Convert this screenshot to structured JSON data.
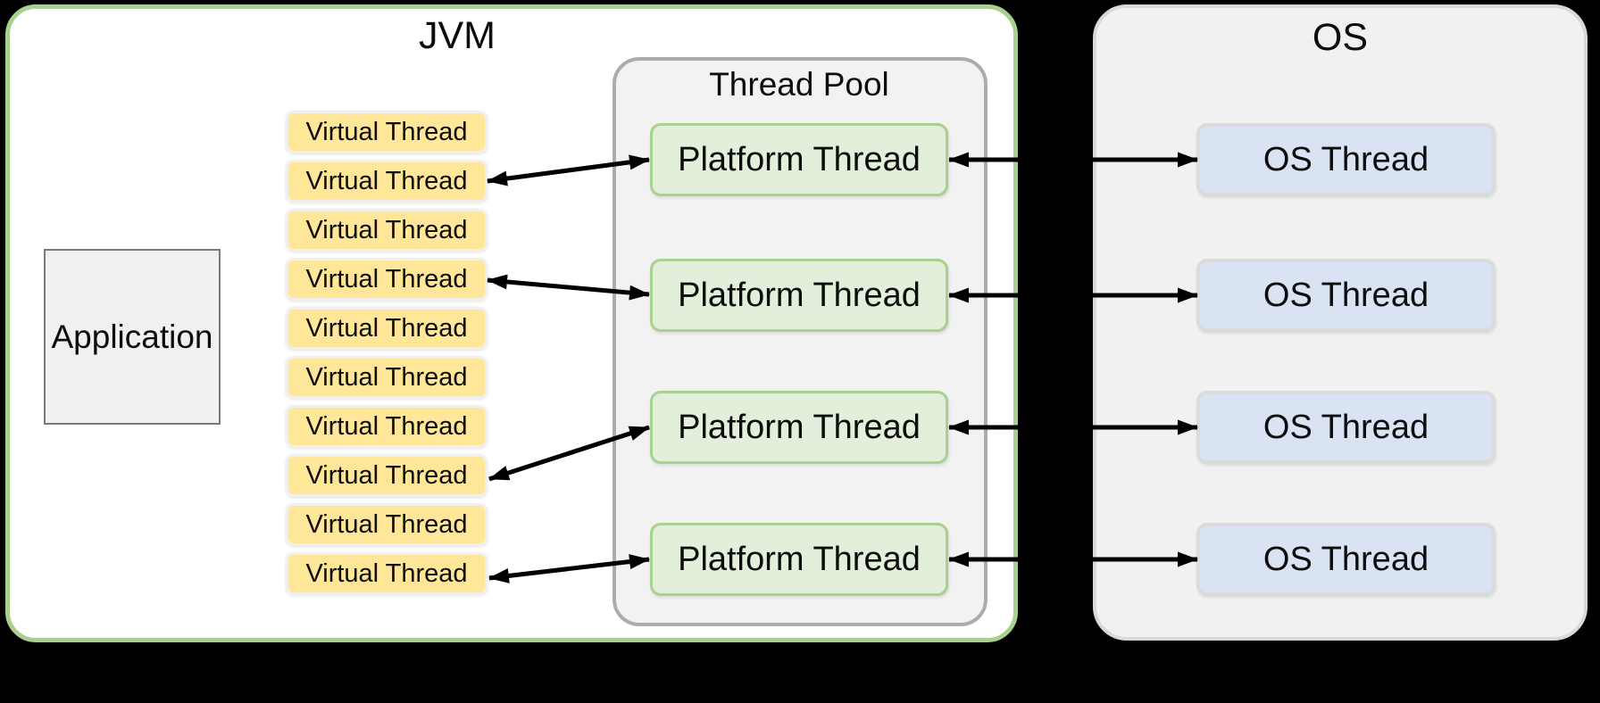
{
  "jvm": {
    "title": "JVM",
    "application_label": "Application",
    "virtual_threads": [
      "Virtual Thread",
      "Virtual Thread",
      "Virtual Thread",
      "Virtual Thread",
      "Virtual Thread",
      "Virtual Thread",
      "Virtual Thread",
      "Virtual Thread",
      "Virtual Thread",
      "Virtual Thread"
    ],
    "thread_pool": {
      "title": "Thread Pool",
      "platform_threads": [
        "Platform Thread",
        "Platform Thread",
        "Platform Thread",
        "Platform Thread"
      ]
    }
  },
  "os": {
    "title": "OS",
    "threads": [
      "OS Thread",
      "OS Thread",
      "OS Thread",
      "OS Thread"
    ]
  },
  "connections": [
    {
      "from": "virtual-thread-2",
      "to": "platform-thread-1",
      "bidirectional": true
    },
    {
      "from": "virtual-thread-4",
      "to": "platform-thread-2",
      "bidirectional": true
    },
    {
      "from": "virtual-thread-8",
      "to": "platform-thread-3",
      "bidirectional": true
    },
    {
      "from": "virtual-thread-10",
      "to": "platform-thread-4",
      "bidirectional": true
    },
    {
      "from": "platform-thread-1",
      "to": "os-thread-1",
      "bidirectional": true
    },
    {
      "from": "platform-thread-2",
      "to": "os-thread-2",
      "bidirectional": true
    },
    {
      "from": "platform-thread-3",
      "to": "os-thread-3",
      "bidirectional": true
    },
    {
      "from": "platform-thread-4",
      "to": "os-thread-4",
      "bidirectional": true
    }
  ],
  "colors": {
    "background": "#000000",
    "jvm_fill": "#FFFFFF",
    "jvm_border": "#A9D18E",
    "thread_pool_fill": "#F2F2F2",
    "thread_pool_border": "#ACACAC",
    "os_fill": "#F1F1F1",
    "os_border": "#D9D9D9",
    "virtual_thread_fill": "#FFE699",
    "virtual_thread_border": "#F2F0EA",
    "platform_thread_fill": "#E2EFDA",
    "platform_thread_border": "#A9D18E",
    "os_thread_fill": "#DAE3F3",
    "os_thread_border": "#DBDBDB",
    "application_fill": "#F0F0F0",
    "application_border": "#7A7A7A",
    "arrow": "#000000",
    "text": "#0D0D0D"
  }
}
